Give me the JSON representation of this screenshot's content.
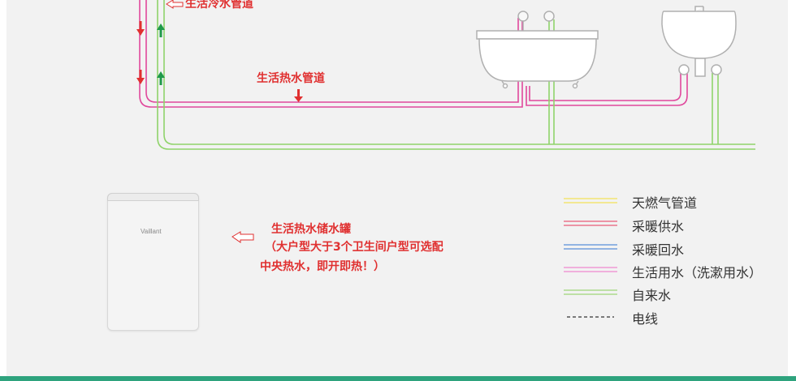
{
  "labels": {
    "cold_pipe": "生活冷水管道",
    "hot_pipe": "生活热水管道",
    "tank_title": "生活热水储水罐",
    "tank_note_1": "（大户型大于3个卫生间户型可选配",
    "tank_note_2": "中央热水，即开即热！）",
    "tank_brand": "Vaillant"
  },
  "legend": [
    {
      "label": "天燃气管道",
      "color": "#f4e35a",
      "style": "double"
    },
    {
      "label": "采暖供水",
      "color": "#e85c78",
      "style": "double"
    },
    {
      "label": "采暖回水",
      "color": "#5a8fd8",
      "style": "double"
    },
    {
      "label": "生活用水（洗漱用水）",
      "color": "#ef88cf",
      "style": "double"
    },
    {
      "label": "自来水",
      "color": "#9ed67a",
      "style": "double"
    },
    {
      "label": "电线",
      "color": "#333333",
      "style": "dashed"
    }
  ],
  "colors": {
    "hot_water": "#e0489c",
    "cold_water": "#8fd36a",
    "arrow_red": "#e03030",
    "arrow_green": "#1f9a4a",
    "background": "#f2f2f2",
    "footer_bar": "#2ea37d"
  }
}
